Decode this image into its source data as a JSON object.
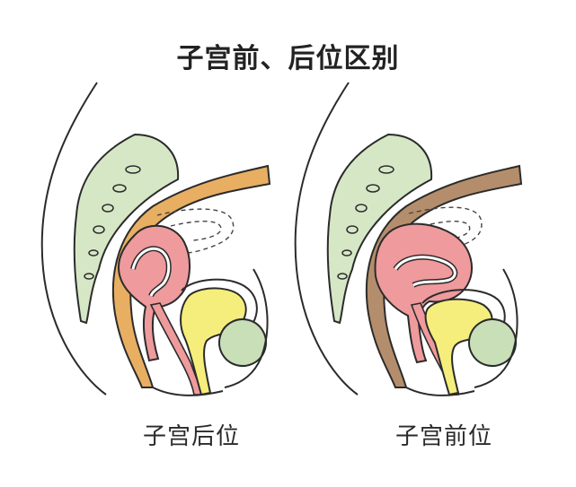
{
  "title": "子宫前、后位区别",
  "panels": [
    {
      "caption": "子宫后位"
    },
    {
      "caption": "子宫前位"
    }
  ],
  "colors": {
    "spine_fill": "#d6e7c6",
    "rectum_left": "#e8ae62",
    "rectum_right": "#b48e6c",
    "uterus": "#ef9a9c",
    "uterus_cavity": "#ffffff",
    "bladder": "#f6ee7c",
    "pubis": "#c8dfb8",
    "outline": "#2b2b2b"
  }
}
